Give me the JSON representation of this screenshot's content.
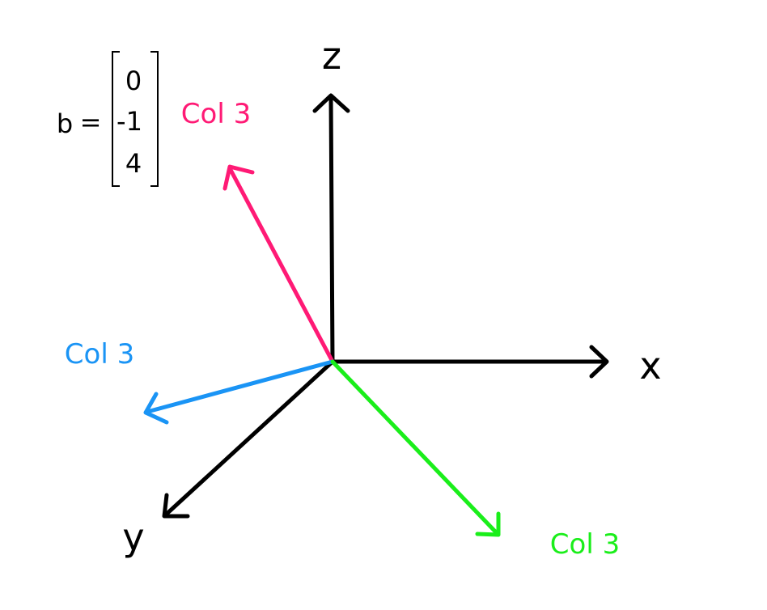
{
  "axes": {
    "x": {
      "label": "x",
      "color": "#000000"
    },
    "y": {
      "label": "y",
      "color": "#000000"
    },
    "z": {
      "label": "z",
      "color": "#000000"
    }
  },
  "vectors": [
    {
      "label": "Col 3",
      "color": "#ff1a75"
    },
    {
      "label": "Col 3",
      "color": "#1a94f5"
    },
    {
      "label": "Col 3",
      "color": "#1aee1a"
    }
  ],
  "vector_b": {
    "name": "b",
    "equals": "=",
    "entries": [
      "0",
      "-1",
      "4"
    ]
  }
}
